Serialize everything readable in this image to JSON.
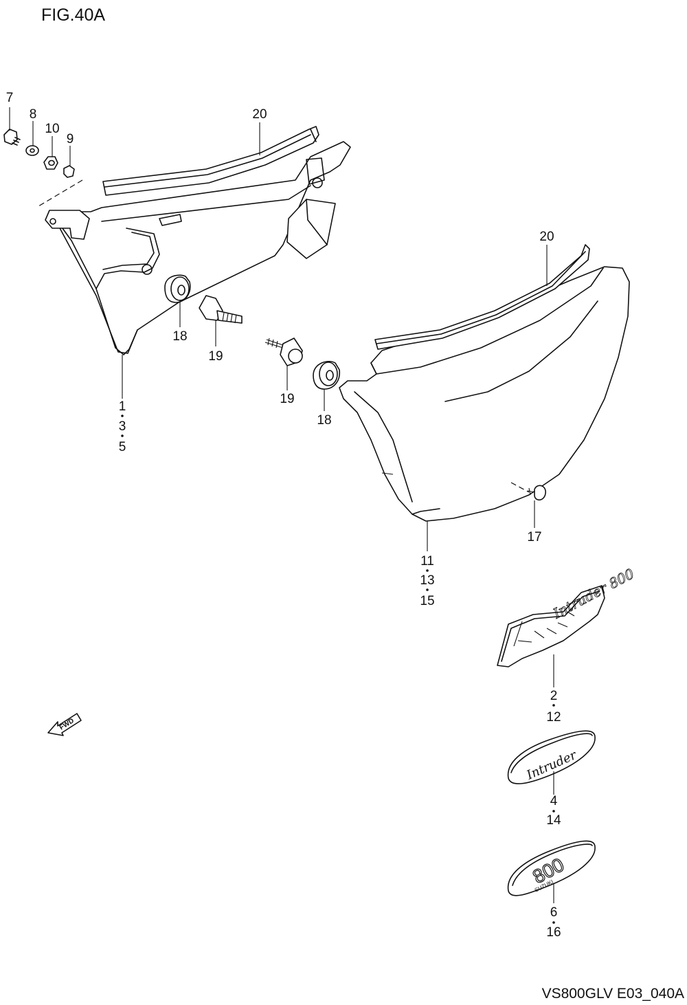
{
  "figure": {
    "title": "FIG.40A",
    "code": "VS800GLV E03_040A"
  },
  "direction": {
    "label": "FWD"
  },
  "callouts": {
    "c7": "7",
    "c8": "8",
    "c10": "10",
    "c9": "9",
    "c20a": "20",
    "c20b": "20",
    "c18a": "18",
    "c19a": "19",
    "c1": "1",
    "c3": "3",
    "c5": "5",
    "c19b": "19",
    "c18b": "18",
    "c17": "17",
    "c11": "11",
    "c13": "13",
    "c15": "15",
    "c2": "2",
    "c12": "12",
    "c4": "4",
    "c14": "14",
    "c6": "6",
    "c16": "16"
  },
  "emblems": {
    "intruder_script_large": "Intruder 800",
    "intruder_script_oval": "Intruder",
    "badge_800": "800",
    "badge_brand": "SUZUKI"
  }
}
